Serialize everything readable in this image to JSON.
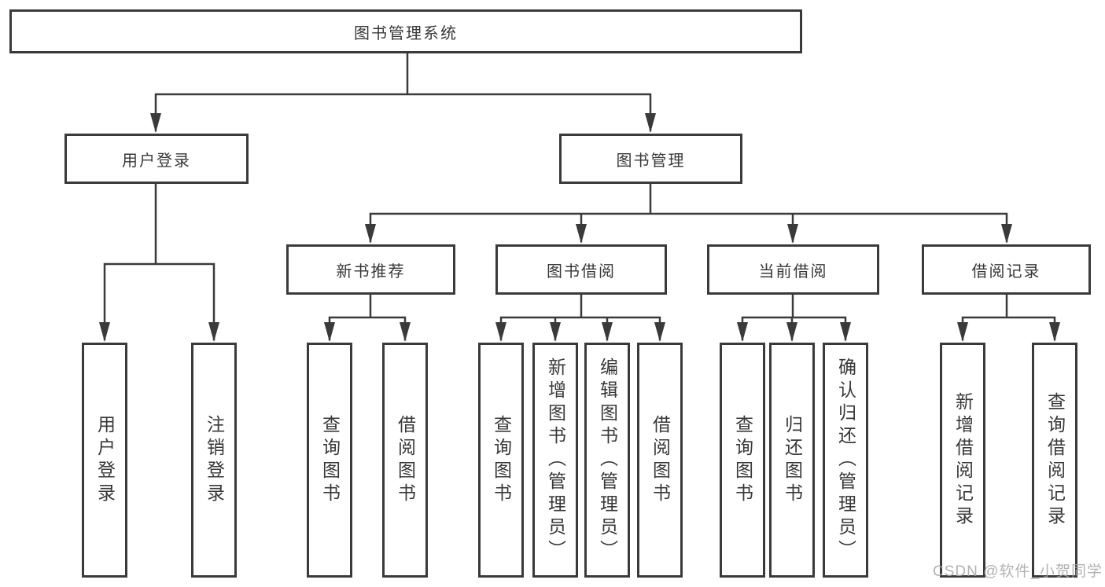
{
  "diagram": {
    "root": {
      "label": "图书管理系统"
    },
    "branches": [
      {
        "label": "用户登录",
        "children": [
          {
            "label": "用户登录"
          },
          {
            "label": "注销登录"
          }
        ]
      },
      {
        "label": "图书管理",
        "children": [
          {
            "label": "新书推荐",
            "children": [
              {
                "label": "查询图书"
              },
              {
                "label": "借阅图书"
              }
            ]
          },
          {
            "label": "图书借阅",
            "children": [
              {
                "label": "查询图书"
              },
              {
                "label": "新增图书（管理员）"
              },
              {
                "label": "编辑图书（管理员）"
              },
              {
                "label": "借阅图书"
              }
            ]
          },
          {
            "label": "当前借阅",
            "children": [
              {
                "label": "查询图书"
              },
              {
                "label": "归还图书"
              },
              {
                "label": "确认归还（管理员）"
              }
            ]
          },
          {
            "label": "借阅记录",
            "children": [
              {
                "label": "新增借阅记录"
              },
              {
                "label": "查询借阅记录"
              }
            ]
          }
        ]
      }
    ]
  },
  "watermark": {
    "text": "CSDN @软件_小贺同学"
  },
  "colors": {
    "line": "#3a3a3a",
    "text": "#383838",
    "watermark": "#a4a4a4",
    "background": "#ffffff"
  }
}
